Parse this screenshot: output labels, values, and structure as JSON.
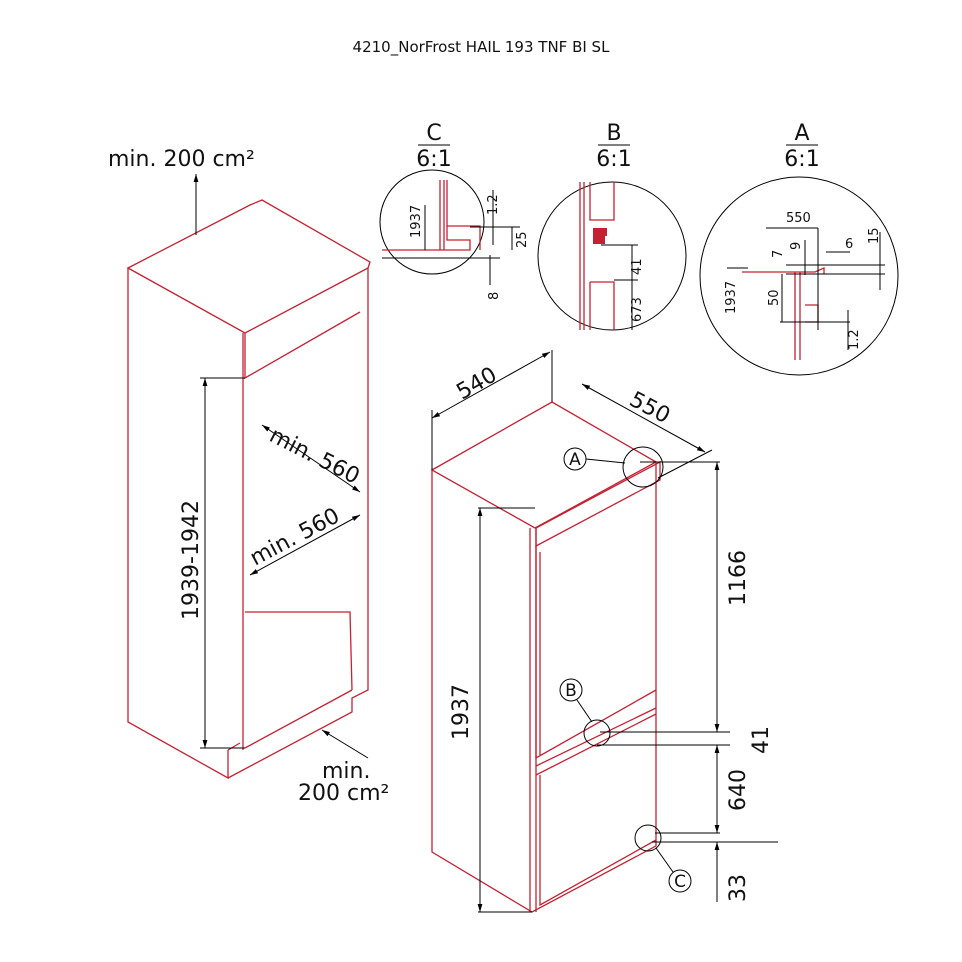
{
  "title": "4210_NorFrost HAIL 193 TNF BI SL",
  "niche": {
    "vent_top": "min. 200 cm²",
    "depth_top": "min. 560",
    "depth_bottom": "min. 560",
    "height": "1939-1942",
    "vent_bottom_line1": "min.",
    "vent_bottom_line2": "200 cm²"
  },
  "details": [
    {
      "label": "C",
      "scale": "6:1",
      "dims": [
        "1937",
        "1.2",
        "25",
        "8"
      ]
    },
    {
      "label": "B",
      "scale": "6:1",
      "dims": [
        "41",
        "673"
      ]
    },
    {
      "label": "A",
      "scale": "6:1",
      "dims": [
        "550",
        "7",
        "9",
        "6",
        "15",
        "1937",
        "50",
        "1.2"
      ]
    }
  ],
  "appliance": {
    "width": "540",
    "depth": "550",
    "height": "1937",
    "upper_door": "1166",
    "gap": "41",
    "lower_door": "640",
    "bottom": "33",
    "markers": [
      "A",
      "B",
      "C"
    ]
  },
  "colors": {
    "outline": "#c42233",
    "dimension": "#000000"
  }
}
